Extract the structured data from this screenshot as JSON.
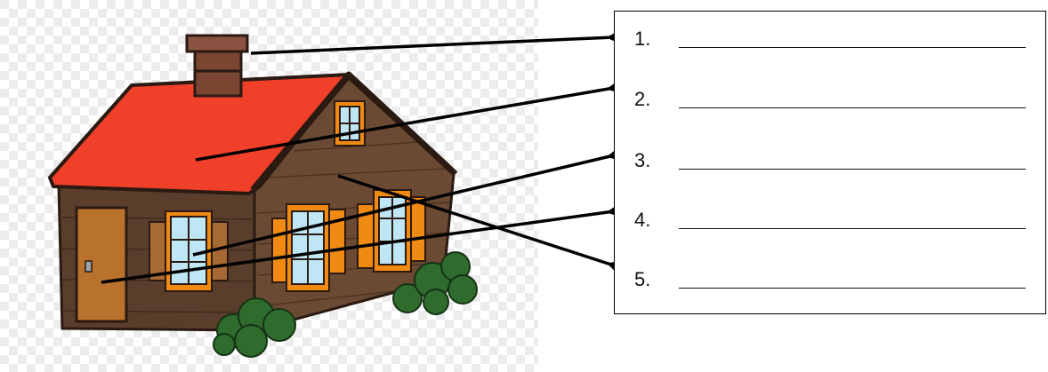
{
  "labels": {
    "items": [
      {
        "number": "1."
      },
      {
        "number": "2."
      },
      {
        "number": "3."
      },
      {
        "number": "4."
      },
      {
        "number": "5."
      }
    ]
  },
  "arrow_targets": [
    "chimney",
    "roof",
    "window",
    "door",
    "wall"
  ],
  "colors": {
    "roof": "#f0402a",
    "walls": "#6b4a33",
    "shutters": "#f08a12",
    "door": "#b8722c",
    "bushes": "#2f6b2c",
    "arrows": "#000000"
  }
}
